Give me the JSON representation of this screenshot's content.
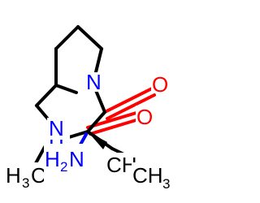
{
  "molecule": {
    "atoms": {
      "ring_n": {
        "symbol": "N",
        "color": "#0000ff"
      },
      "o_top": {
        "symbol": "O",
        "color": "#ff0000"
      },
      "o_bottom": {
        "symbol": "O",
        "color": "#ff0000"
      },
      "nh": {
        "symbol": "N",
        "h": "H",
        "color": "#0000ff"
      },
      "nh2": {
        "symbol": "H",
        "sub": "2",
        "n": "N",
        "color": "#0000ff"
      },
      "ch3_left": {
        "symbol": "H",
        "sub": "3",
        "c": "C",
        "prefix": "C",
        "color": "#000000"
      },
      "ch3_mid": {
        "symbol": "CH",
        "sub": "3",
        "color": "#000000"
      },
      "ch3_right": {
        "symbol": "CH",
        "sub": "3",
        "color": "#000000"
      }
    }
  }
}
